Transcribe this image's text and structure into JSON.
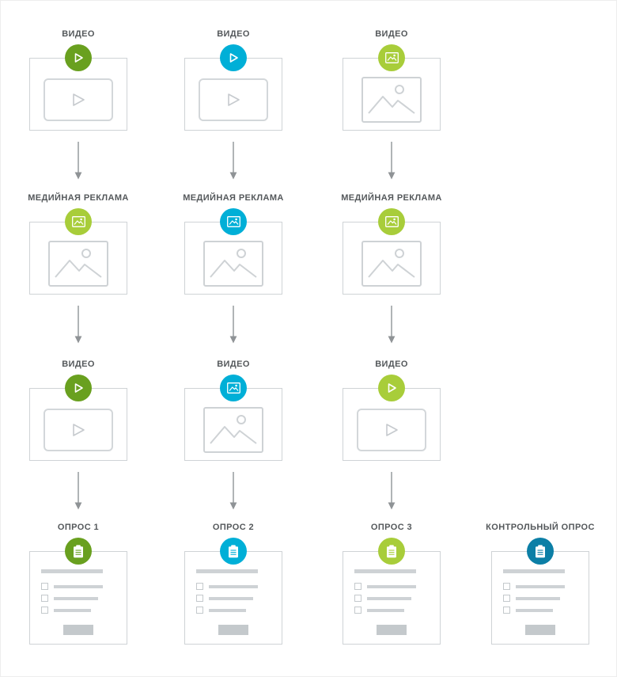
{
  "diagram": {
    "description": "Ad-exposure flow diagram: three experimental branches (video, display ad, video, survey) plus a control survey",
    "row_labels": [
      "ВИДЕО",
      "МЕДИЙНАЯ РЕКЛАМА",
      "ВИДЕО",
      "ОПРОС"
    ],
    "colors": {
      "dark_green": "#69a01f",
      "cyan": "#00afd7",
      "lime": "#a8cd3a",
      "teal": "#0c7fa6",
      "card_border": "#cfd3d6",
      "placeholder_gray": "#ced2d5",
      "label_text": "#54585b",
      "arrow_gray": "#8f9396"
    }
  },
  "cells": [
    {
      "row": 1,
      "col": 1,
      "label": "ВИДЕО",
      "badge_icon": "play-icon",
      "badge_color": "#69a01f",
      "card_type": "video"
    },
    {
      "row": 1,
      "col": 2,
      "label": "ВИДЕО",
      "badge_icon": "play-icon",
      "badge_color": "#00afd7",
      "card_type": "video"
    },
    {
      "row": 1,
      "col": 3,
      "label": "ВИДЕО",
      "badge_icon": "image-icon",
      "badge_color": "#a8cd3a",
      "card_type": "image"
    },
    {
      "row": 2,
      "col": 1,
      "label": "МЕДИЙНАЯ РЕКЛАМА",
      "badge_icon": "image-icon",
      "badge_color": "#a8cd3a",
      "card_type": "image"
    },
    {
      "row": 2,
      "col": 2,
      "label": "МЕДИЙНАЯ РЕКЛАМА",
      "badge_icon": "image-icon",
      "badge_color": "#00afd7",
      "card_type": "image"
    },
    {
      "row": 2,
      "col": 3,
      "label": "МЕДИЙНАЯ РЕКЛАМА",
      "badge_icon": "image-icon",
      "badge_color": "#a8cd3a",
      "card_type": "image"
    },
    {
      "row": 3,
      "col": 1,
      "label": "ВИДЕО",
      "badge_icon": "play-icon",
      "badge_color": "#69a01f",
      "card_type": "video"
    },
    {
      "row": 3,
      "col": 2,
      "label": "ВИДЕО",
      "badge_icon": "image-icon",
      "badge_color": "#00afd7",
      "card_type": "image"
    },
    {
      "row": 3,
      "col": 3,
      "label": "ВИДЕО",
      "badge_icon": "play-icon",
      "badge_color": "#a8cd3a",
      "card_type": "video"
    },
    {
      "row": 4,
      "col": 1,
      "label": "ОПРОС 1",
      "badge_icon": "clipboard-icon",
      "badge_color": "#69a01f",
      "card_type": "survey"
    },
    {
      "row": 4,
      "col": 2,
      "label": "ОПРОС 2",
      "badge_icon": "clipboard-icon",
      "badge_color": "#00afd7",
      "card_type": "survey"
    },
    {
      "row": 4,
      "col": 3,
      "label": "ОПРОС 3",
      "badge_icon": "clipboard-icon",
      "badge_color": "#a8cd3a",
      "card_type": "survey"
    },
    {
      "row": 4,
      "col": 4,
      "label": "КОНТРОЛЬНЫЙ ОПРОС",
      "badge_icon": "clipboard-icon",
      "badge_color": "#0c7fa6",
      "card_type": "survey"
    }
  ]
}
